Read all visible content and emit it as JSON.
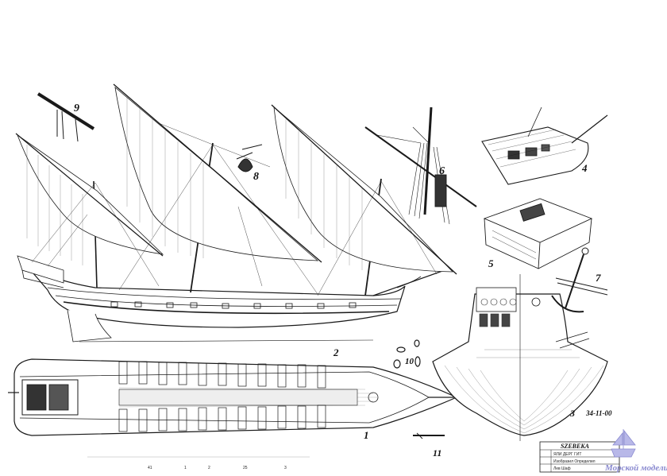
{
  "figure_labels": [
    "1",
    "2",
    "3",
    "4",
    "5",
    "6",
    "7",
    "8",
    "9",
    "10",
    "11"
  ],
  "title_block": {
    "ship_name": "SZEBEKA",
    "row_1": "ЯЛИ  ДЕРГ  ГИТ",
    "row_2": "Изобразил  Определил",
    "row_3": "Лев  Шаф"
  },
  "stamp_number": "34-11-00",
  "scale_marks": [
    "41",
    "1",
    "2",
    "25",
    "3"
  ],
  "watermark": "Морской моделизм",
  "colors": {
    "ink": "#1a1a1a",
    "paper": "#ffffff",
    "watermark": "#8a8ad0"
  }
}
